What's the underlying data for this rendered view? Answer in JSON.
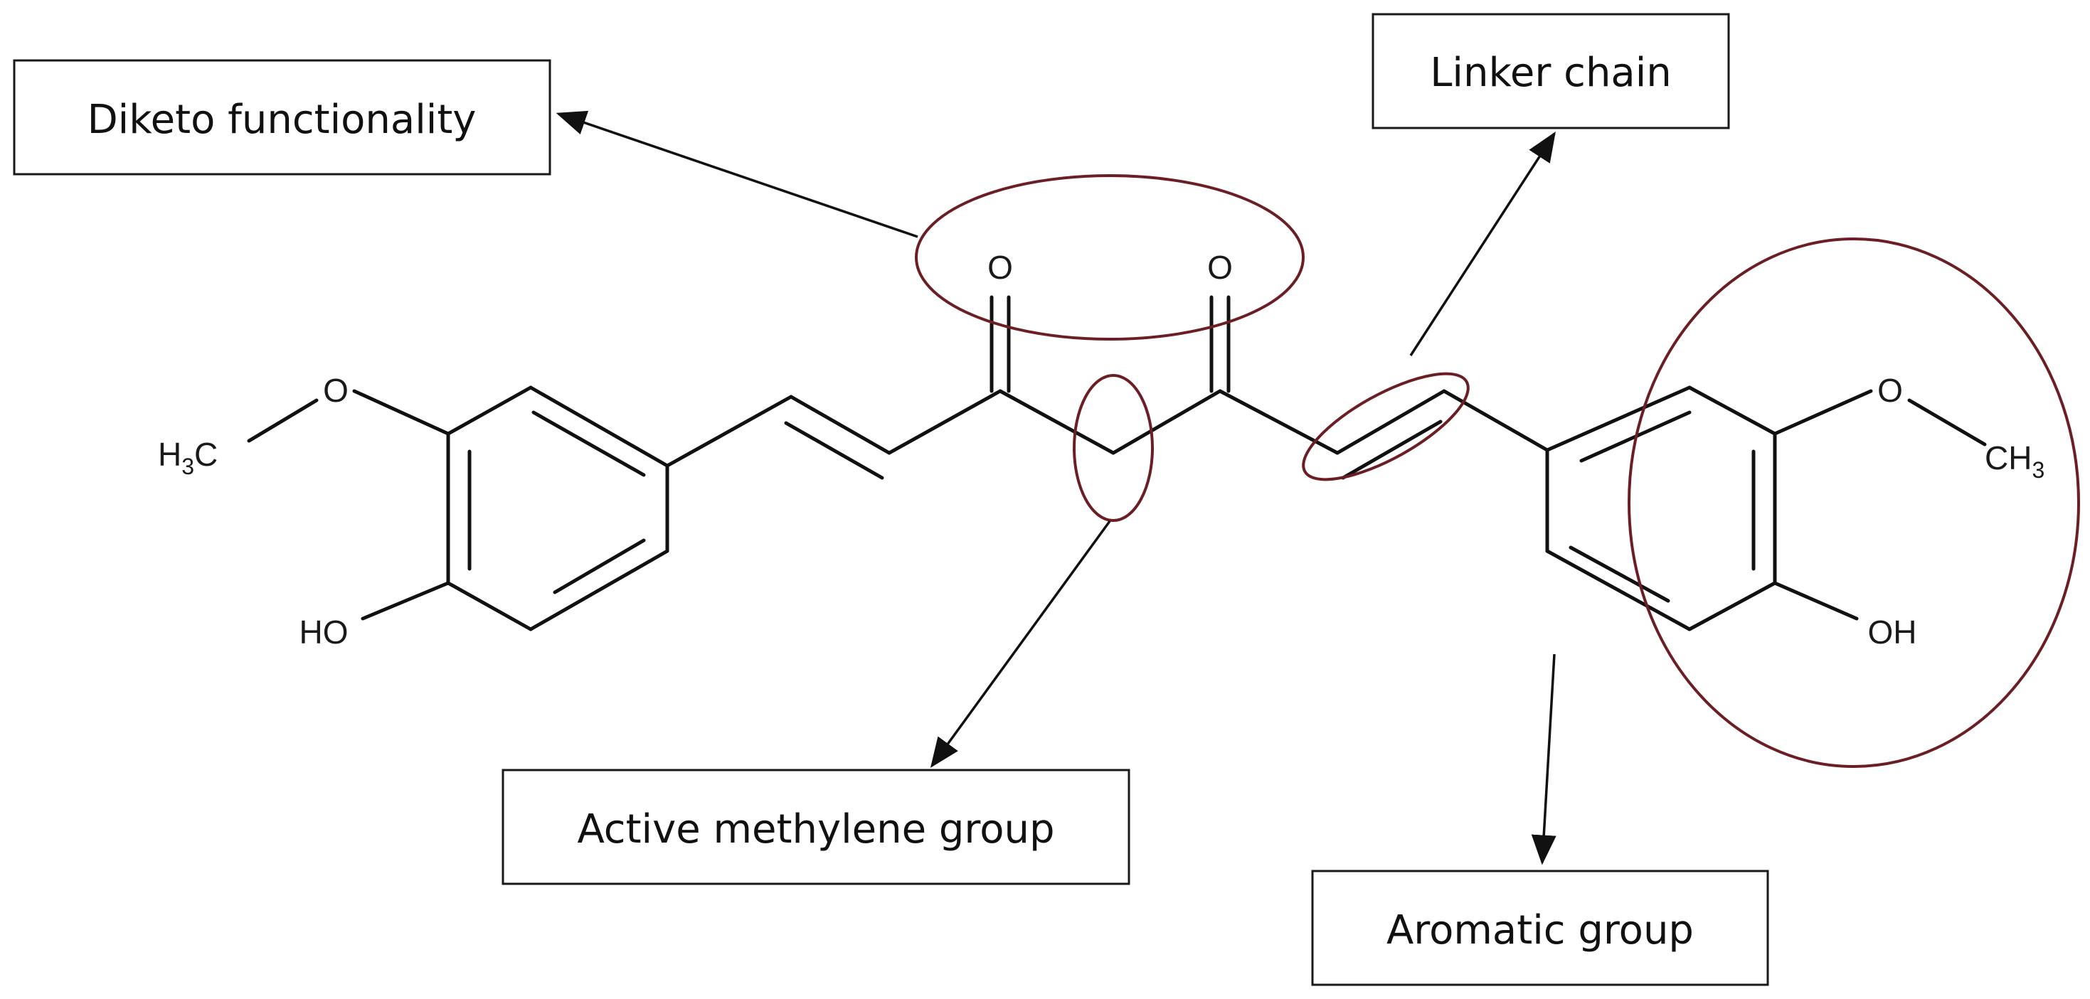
{
  "labels": {
    "diketo": "Diketo functionality",
    "linker": "Linker chain",
    "methylene": "Active methylene group",
    "aromatic": "Aromatic group"
  },
  "atoms": {
    "o_top_left": "O",
    "o_top_right": "O",
    "o_methoxy_left": "O",
    "o_methoxy_right": "O",
    "h3c_prefix": "H",
    "h3c_sub": "3",
    "h3c_suffix": "C",
    "ch3_prefix": "CH",
    "ch3_sub": "3",
    "ho_left": "HO",
    "oh_right": "OH"
  },
  "colors": {
    "highlight": "#6b1f24",
    "ink": "#111111"
  }
}
